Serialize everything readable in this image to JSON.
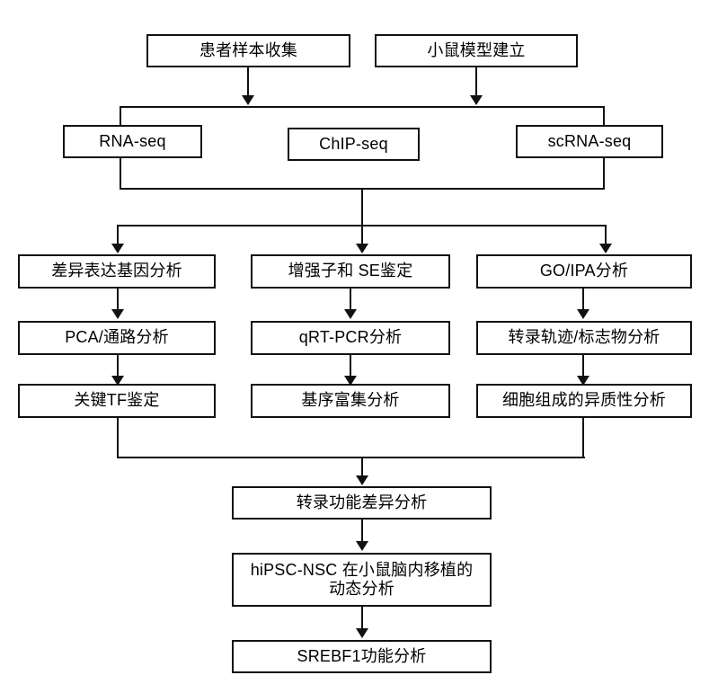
{
  "diagram": {
    "title": "Experimental and analytical workflow",
    "line_color": "#111111",
    "box_fill": "#ffffff",
    "text_color": "#000000"
  },
  "sources": [
    {
      "id": "patient-sample-collection",
      "label": "患者样本收集"
    },
    {
      "id": "mouse-model-establishment",
      "label": "小鼠模型建立"
    }
  ],
  "assays": [
    {
      "id": "rna-seq",
      "label": "RNA-seq"
    },
    {
      "id": "chip-seq",
      "label": "ChIP-seq"
    },
    {
      "id": "scrna-seq",
      "label": "scRNA-seq"
    }
  ],
  "columns": [
    {
      "id": "column-left",
      "steps": [
        {
          "id": "deg-analysis",
          "label": "差异表达基因分析"
        },
        {
          "id": "pca-pathway-analysis",
          "label": "PCA/通路分析"
        },
        {
          "id": "key-tf-identification",
          "label": "关键TF鉴定"
        }
      ]
    },
    {
      "id": "column-middle",
      "steps": [
        {
          "id": "enhancer-se-identification",
          "label": "增强子和 SE鉴定"
        },
        {
          "id": "qrt-pcr-analysis",
          "label": "qRT-PCR分析"
        },
        {
          "id": "motif-enrichment-analysis",
          "label": "基序富集分析"
        }
      ]
    },
    {
      "id": "column-right",
      "steps": [
        {
          "id": "go-ipa-analysis",
          "label": "GO/IPA分析"
        },
        {
          "id": "trajectory-marker-analysis",
          "label": "转录轨迹/标志物分析"
        },
        {
          "id": "cell-composition-heterogeneity",
          "label": "细胞组成的异质性分析"
        }
      ]
    }
  ],
  "downstream": [
    {
      "id": "transcriptional-function-difference",
      "label": "转录功能差异分析"
    },
    {
      "id": "hipsc-nsc-transplantation-dynamics",
      "label": "hiPSC-NSC 在小鼠脑内移植的\n动态分析"
    },
    {
      "id": "srebf1-function-analysis",
      "label": "SREBF1功能分析"
    }
  ]
}
